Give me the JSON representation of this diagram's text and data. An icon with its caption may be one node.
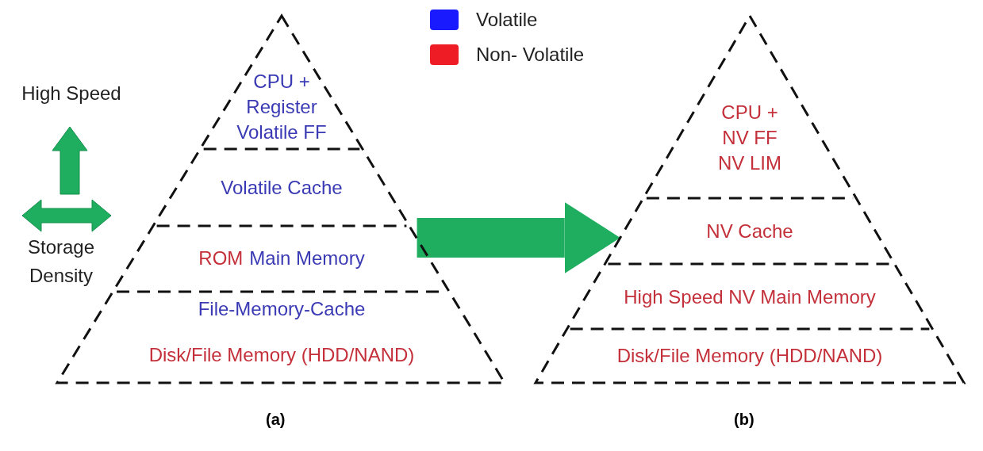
{
  "diagram": {
    "nodes": [
      {
        "text": [],
        "shape": "triangle",
        "beside": [
          "(a)"
        ]
      },
      {
        "text": [
          "CPU + Register Volatile FF"
        ],
        "in": 0
      },
      {
        "text": [
          "Volatile Cache"
        ],
        "in": 0
      },
      {
        "text": [
          "ROM",
          "Main Memory"
        ],
        "in": 0
      },
      {
        "text": [
          "File-Memory-Cache"
        ],
        "in": 0
      },
      {
        "text": [
          "Disk/File Memory (HDD/NAND)"
        ],
        "in": 0
      },
      {
        "text": [],
        "shape": "triangle",
        "beside": [
          "(b)"
        ]
      },
      {
        "text": [
          "CPU + NV FF NV LIM"
        ],
        "in": 6
      },
      {
        "text": [
          "NV Cache"
        ],
        "in": 6
      },
      {
        "text": [
          "High Speed NV Main Memory"
        ],
        "in": 6
      },
      {
        "text": [
          "Disk/File Memory (HDD/NAND)"
        ],
        "in": 6
      }
    ],
    "edges": [
      {
        "from": 0,
        "to": 6,
        "arrow": "to",
        "color": "#1fae5f"
      }
    ],
    "labels": [
      "High Speed",
      "Storage Density"
    ],
    "legend": [
      {
        "text": "Volatile",
        "color": "#1a1aff"
      },
      {
        "text": "Non- Volatile",
        "color": "#ee1c24"
      }
    ]
  }
}
